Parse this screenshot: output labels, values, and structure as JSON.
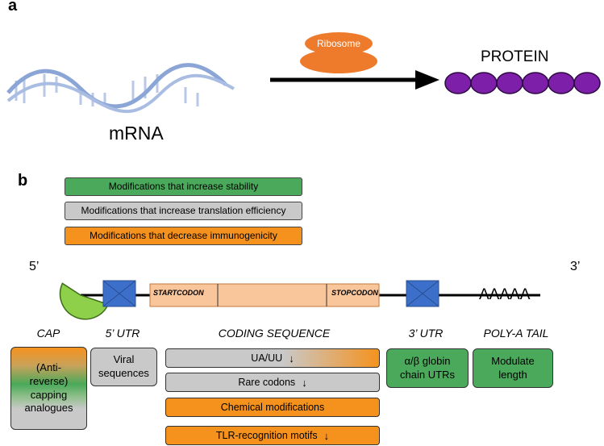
{
  "panel_a": {
    "label": "a",
    "ribosome_label": "Ribosome",
    "mrna_label": "mRNA",
    "protein_label": "PROTEIN"
  },
  "panel_b": {
    "label": "b",
    "legend": [
      {
        "text": "Modifications that increase stability",
        "color": "#4aa95a"
      },
      {
        "text": "Modifications that increase translation efficiency",
        "color": "#c9c9c9"
      },
      {
        "text": "Modifications that decrease immunogenicity",
        "color": "#f5921e"
      }
    ],
    "five_prime": "5’",
    "three_prime": "3’",
    "start_codon": "STARTCODON",
    "stop_codon": "STOPCODON",
    "poly_a": "AAAAA",
    "regions": {
      "cap": "CAP",
      "utr5": "5’ UTR",
      "coding": "CODING SEQUENCE",
      "utr3": "3’ UTR",
      "polya": "POLY-A TAIL"
    },
    "boxes": {
      "cap": [
        "(Anti-",
        "reverse)",
        "capping",
        "analogues"
      ],
      "utr5": [
        "Viral",
        "sequences"
      ],
      "coding": [
        "UA/UU",
        "Rare codons",
        "Chemical modifications",
        "TLR-recognition motifs"
      ],
      "utr3": [
        "α/β globin",
        "chain UTRs"
      ],
      "polya": [
        "Modulate",
        "length"
      ]
    },
    "down_arrow": "↓"
  },
  "colors": {
    "green": "#4aa95a",
    "grey": "#c9c9c9",
    "orange": "#f5921e",
    "purple": "#7d1fa8",
    "blue": "#3c6fc9",
    "lime": "#8fd04a",
    "peach": "#f9c59b"
  }
}
